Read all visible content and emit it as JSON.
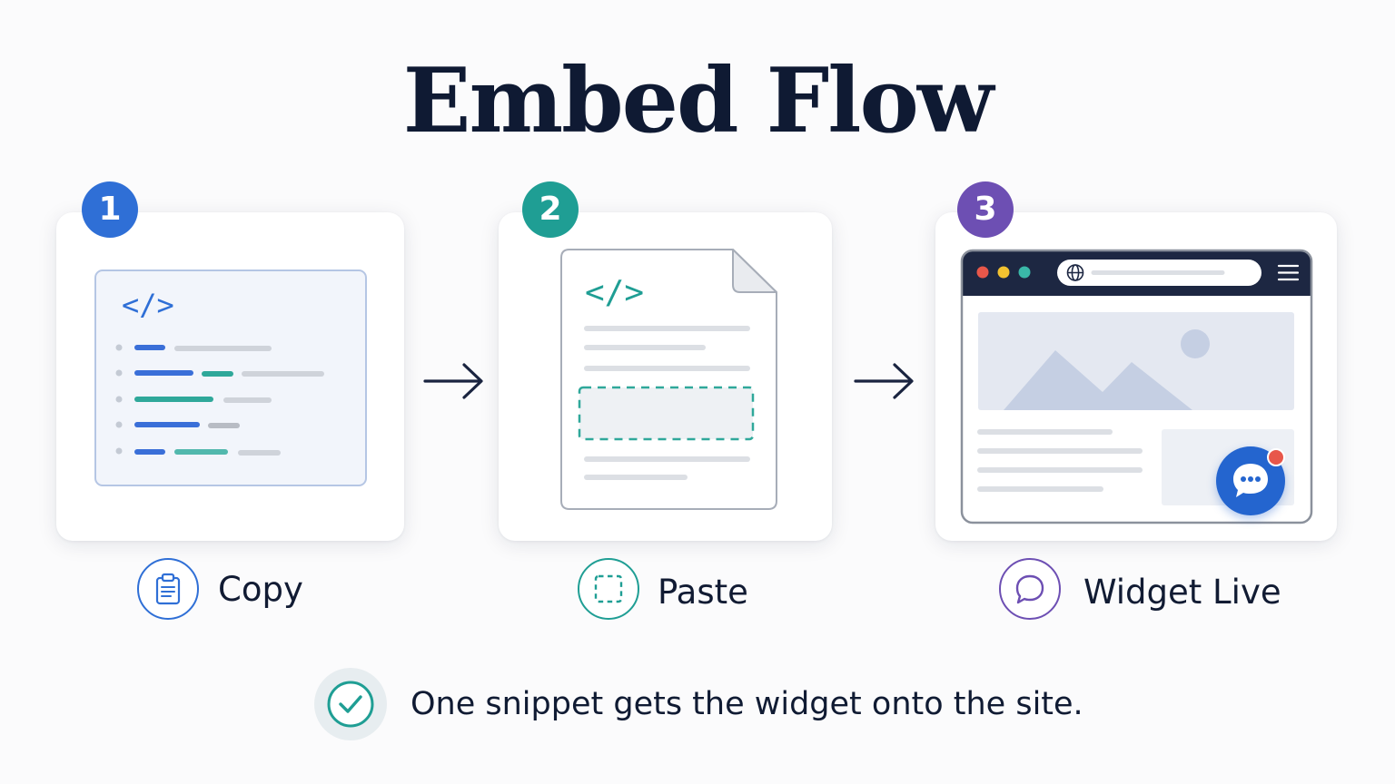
{
  "title": "Embed Flow",
  "steps": [
    {
      "number": "1",
      "label": "Copy",
      "color": "#2f6fd6",
      "icon": "clipboard-icon"
    },
    {
      "number": "2",
      "label": "Paste",
      "color": "#1f9e94",
      "icon": "dashed-square-icon"
    },
    {
      "number": "3",
      "label": "Widget Live",
      "color": "#6d4fb3",
      "icon": "chat-bubble-icon"
    }
  ],
  "code_glyph": "</>",
  "footer": {
    "text": "One snippet gets the widget onto the site.",
    "icon": "check-icon"
  },
  "colors": {
    "navy": "#0f1a33",
    "blue": "#2f6fd6",
    "teal": "#1f9e94",
    "purple": "#6d4fb3",
    "chat_blue": "#2465cf",
    "notification_red": "#e8574a"
  }
}
